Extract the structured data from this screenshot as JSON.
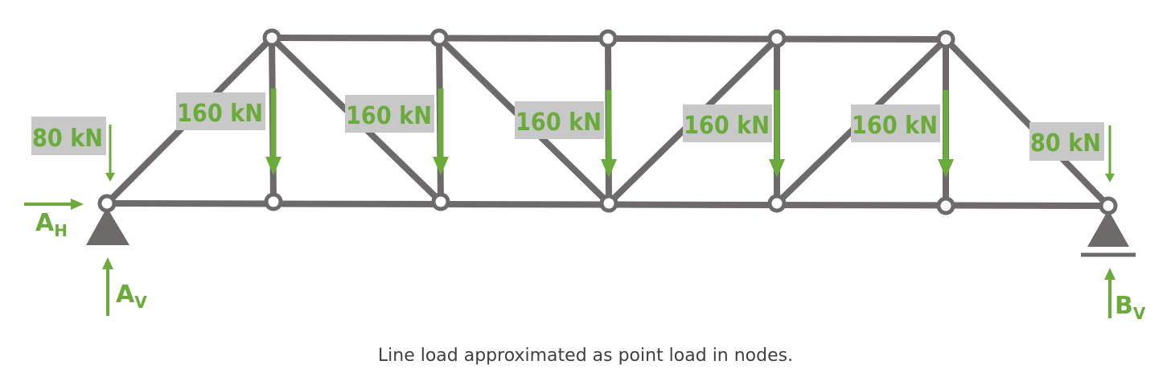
{
  "colors": {
    "member": "#6e6a6a",
    "node_fill": "#ffffff",
    "support": "#6e6a6a",
    "load": "#6aab3c",
    "label_bg": "#c8c8c8"
  },
  "loads": {
    "end_left": "80 kN",
    "interior_1": "160 kN",
    "interior_2": "160 kN",
    "interior_3": "160 kN",
    "interior_4": "160 kN",
    "interior_5": "160 kN",
    "end_right": "80 kN"
  },
  "reactions": {
    "a_horizontal": {
      "main": "A",
      "sub": "H"
    },
    "a_vertical": {
      "main": "A",
      "sub": "V"
    },
    "b_vertical": {
      "main": "B",
      "sub": "V"
    }
  },
  "caption": "Line load approximated as point load in nodes."
}
